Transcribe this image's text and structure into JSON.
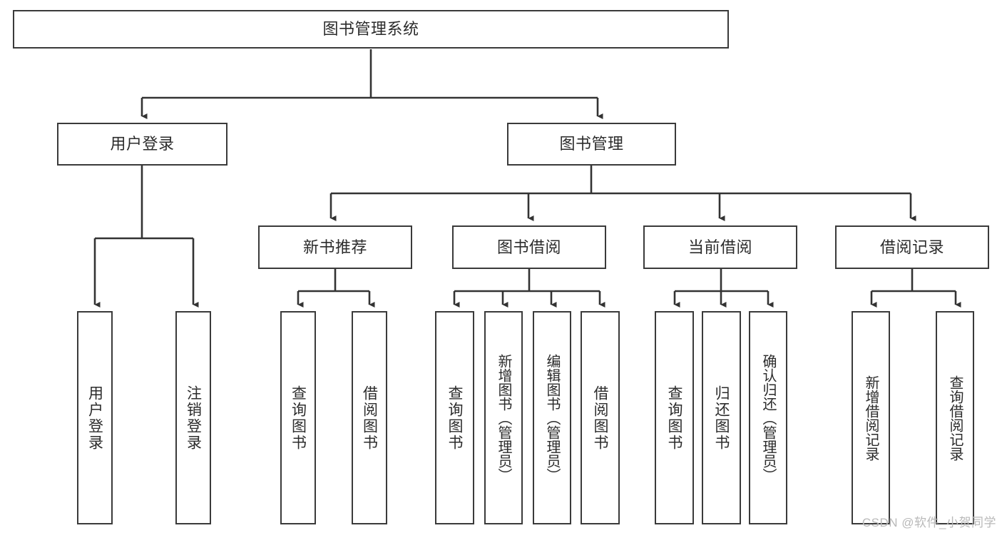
{
  "diagram": {
    "type": "tree-hierarchy",
    "title": "图书管理系统",
    "watermark": "CSDN @软件_小贺同学",
    "colors": {
      "box_border": "#3a3a3a",
      "box_fill": "#ffffff",
      "connector": "#333333",
      "text": "#2b2b2b",
      "watermark": "#b9b9b9",
      "background": "#ffffff"
    },
    "levels": {
      "root": "图书管理系统",
      "level2": [
        "用户登录",
        "图书管理"
      ],
      "level3": [
        "新书推荐",
        "图书借阅",
        "当前借阅",
        "借阅记录"
      ]
    },
    "nodes": {
      "root": {
        "label": "图书管理系统"
      },
      "user_login": {
        "label": "用户登录"
      },
      "book_manage": {
        "label": "图书管理"
      },
      "new_book_rec": {
        "label": "新书推荐"
      },
      "book_borrow": {
        "label": "图书借阅"
      },
      "current_borrow": {
        "label": "当前借阅"
      },
      "borrow_record": {
        "label": "借阅记录"
      },
      "leaf_user_login": {
        "label": "用户登录"
      },
      "leaf_logout": {
        "label": "注销登录"
      },
      "leaf_query_book_1": {
        "label": "查询图书"
      },
      "leaf_borrow_book_1": {
        "label": "借阅图书"
      },
      "leaf_query_book_2": {
        "label": "查询图书"
      },
      "leaf_add_book": {
        "label": "新增图书（管理员）"
      },
      "leaf_edit_book": {
        "label": "编辑图书（管理员）"
      },
      "leaf_borrow_book_2": {
        "label": "借阅图书"
      },
      "leaf_query_book_3": {
        "label": "查询图书"
      },
      "leaf_return_book": {
        "label": "归还图书"
      },
      "leaf_confirm_return": {
        "label": "确认归还（管理员）"
      },
      "leaf_add_record": {
        "label": "新增借阅记录"
      },
      "leaf_query_record": {
        "label": "查询借阅记录"
      }
    },
    "edges": [
      {
        "from": "root",
        "to": "user_login"
      },
      {
        "from": "root",
        "to": "book_manage"
      },
      {
        "from": "user_login",
        "to": "leaf_user_login"
      },
      {
        "from": "user_login",
        "to": "leaf_logout"
      },
      {
        "from": "book_manage",
        "to": "new_book_rec"
      },
      {
        "from": "book_manage",
        "to": "book_borrow"
      },
      {
        "from": "book_manage",
        "to": "current_borrow"
      },
      {
        "from": "book_manage",
        "to": "borrow_record"
      },
      {
        "from": "new_book_rec",
        "to": "leaf_query_book_1"
      },
      {
        "from": "new_book_rec",
        "to": "leaf_borrow_book_1"
      },
      {
        "from": "book_borrow",
        "to": "leaf_query_book_2"
      },
      {
        "from": "book_borrow",
        "to": "leaf_add_book"
      },
      {
        "from": "book_borrow",
        "to": "leaf_edit_book"
      },
      {
        "from": "book_borrow",
        "to": "leaf_borrow_book_2"
      },
      {
        "from": "current_borrow",
        "to": "leaf_query_book_3"
      },
      {
        "from": "current_borrow",
        "to": "leaf_return_book"
      },
      {
        "from": "current_borrow",
        "to": "leaf_confirm_return"
      },
      {
        "from": "borrow_record",
        "to": "leaf_add_record"
      },
      {
        "from": "borrow_record",
        "to": "leaf_query_record"
      }
    ]
  }
}
